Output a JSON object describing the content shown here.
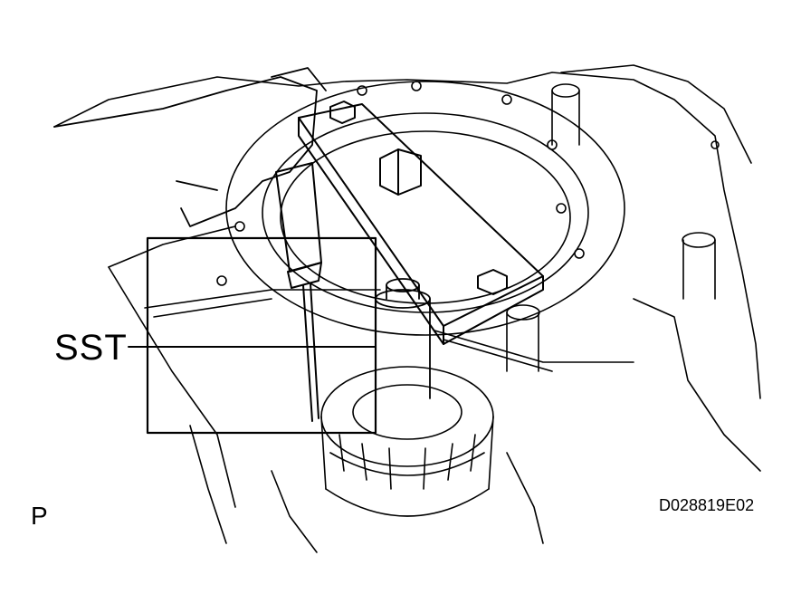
{
  "labels": {
    "tool": "SST",
    "view_letter": "P",
    "figure_code": "D028819E02"
  },
  "colors": {
    "line": "#000000",
    "background": "#ffffff"
  }
}
